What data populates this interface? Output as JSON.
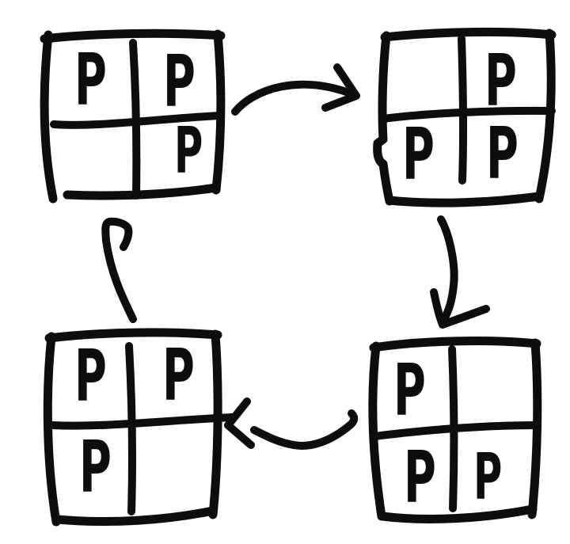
{
  "diagram": {
    "ink_color": "#0d0d0d",
    "background_color": "#ffffff",
    "grids": [
      {
        "name": "top-left-grid",
        "cells": {
          "top_left": "P",
          "top_right": "P",
          "bottom_left": "",
          "bottom_right": "P"
        }
      },
      {
        "name": "top-right-grid",
        "cells": {
          "top_left": "",
          "top_right": "P",
          "bottom_left": "P",
          "bottom_right": "P"
        }
      },
      {
        "name": "bottom-right-grid",
        "cells": {
          "top_left": "P",
          "top_right": "",
          "bottom_left": "P",
          "bottom_right": "P"
        }
      },
      {
        "name": "bottom-left-grid",
        "cells": {
          "top_left": "P",
          "top_right": "P",
          "bottom_left": "P",
          "bottom_right": ""
        }
      }
    ],
    "arrows": [
      {
        "name": "top-arrow",
        "direction": "right",
        "from": "top-left-grid",
        "to": "top-right-grid"
      },
      {
        "name": "right-arrow",
        "direction": "down",
        "from": "top-right-grid",
        "to": "bottom-right-grid"
      },
      {
        "name": "bottom-arrow",
        "direction": "left",
        "from": "bottom-right-grid",
        "to": "bottom-left-grid"
      },
      {
        "name": "left-arrow",
        "direction": "up",
        "from": "bottom-left-grid",
        "to": "top-left-grid"
      }
    ]
  }
}
